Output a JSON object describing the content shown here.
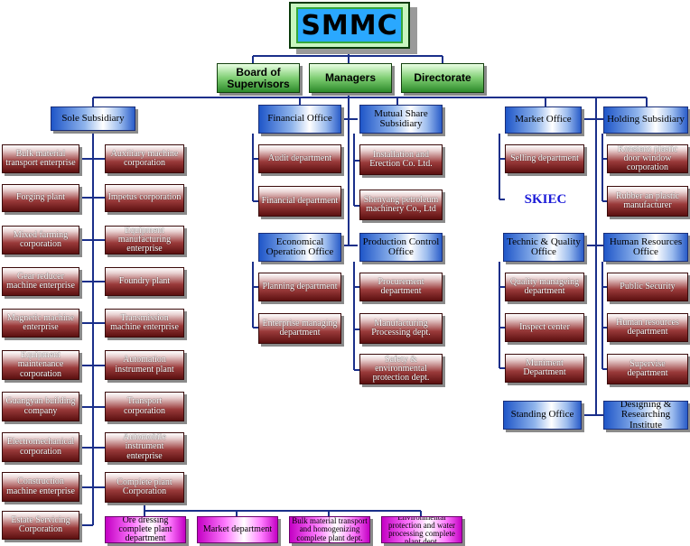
{
  "title": "SMMC",
  "top_row": {
    "board": "Board of Supervisors",
    "managers": "Managers",
    "directorate": "Directorate"
  },
  "sole": {
    "header": "Sole Subsidiary",
    "left": [
      "Bulk material transport enterprise",
      "Forging plant",
      "Mixed farming corporation",
      "Gear reducer machine enterprise",
      "Magnetic machine enterprise",
      "Equipment maintenance corporation",
      "Guangyan building company",
      "Electromechanical corporation",
      "Construction machine enterprise",
      "Estate Servicing Corporation"
    ],
    "right": [
      "Auxiliary machine corporation",
      "Impetus corporation",
      "Equipment manufacturing enterprise",
      "Foundry  plant",
      "Transmission machine enterprise",
      "Automation instrument plant",
      "Transport corporation",
      "Automobile instrument enterprise",
      "Complete plant Corporation"
    ]
  },
  "complete_plant_depts": [
    "Ore dressing complete plant department",
    "Market department",
    "Bulk material transport and homogenizing complete plant dept.",
    "Environmental protection and water processing complete plant dept."
  ],
  "financial": {
    "header": "Financial Office",
    "items": [
      "Audit department",
      "Financial department"
    ]
  },
  "mutual": {
    "header": "Mutual Share Subsidiary",
    "items": [
      "Installation and Erection Co. Ltd.",
      "Shenyang petroleum machinery Co., Ltd"
    ]
  },
  "economical": {
    "header": "Economical Operation Office",
    "items": [
      "Planning department",
      "Enterprise managing department"
    ]
  },
  "production": {
    "header": "Production Control Office",
    "items": [
      "Procurement department",
      "Manufacturing Processing dept.",
      "Safety & environmental protection dept."
    ]
  },
  "market": {
    "header": "Market Office",
    "items": [
      "Selling department"
    ],
    "brand": "SKIEC",
    "brand_color": "#1a1ad8"
  },
  "holding": {
    "header": "Holding Subsidiary",
    "items": [
      "Konstanz plastic door window corporation",
      "Rubber an plastic manufacturer"
    ]
  },
  "technic": {
    "header": "Technic & Quality Office",
    "items": [
      "Quality manageing department",
      "Inspect center",
      "Muniment Department"
    ]
  },
  "hr": {
    "header": "Human Resources Office",
    "items": [
      "Public Security",
      "Human resources department",
      "Supervise department"
    ]
  },
  "standing": {
    "header": "Standing Office"
  },
  "design": {
    "header": "Designing & Researching Institute"
  },
  "colors": {
    "maroon": "#7a1f1f",
    "blue": "#2a5dc9",
    "green": "#2c8a2a",
    "magenta": "#ff40ff",
    "title_bg": "#2aa8ff"
  }
}
